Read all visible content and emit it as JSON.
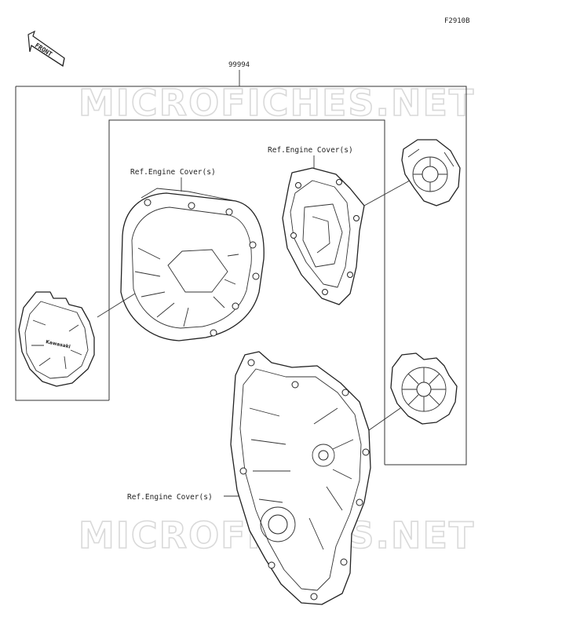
{
  "diagram": {
    "figure_code": "F2910B",
    "front_label": "FRONT",
    "assembly_part_number": "99994",
    "ref_label_1": "Ref.Engine Cover(s)",
    "ref_label_2": "Ref.Engine Cover(s)",
    "ref_label_3": "Ref.Engine Cover(s)",
    "watermark_top": "MICROFICHES.NET",
    "watermark_bottom": "MICROFICHES.NET"
  }
}
